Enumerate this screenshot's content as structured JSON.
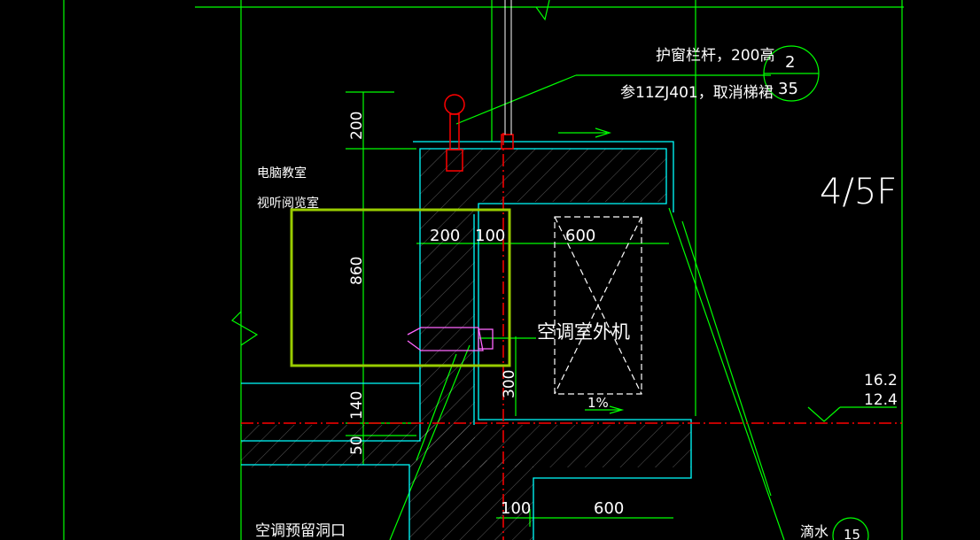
{
  "colors": {
    "background": "#000000",
    "green": "#00ff00",
    "cyan": "#00ffff",
    "red": "#ff0000",
    "yellow_green": "#99cc00",
    "magenta": "#ff66ff",
    "white": "#ffffff"
  },
  "labels": {
    "railing_note": "护窗栏杆，200高",
    "railing_ref": "参11ZJ401，取消梯裙",
    "ref_top": "2",
    "ref_bottom": "35",
    "floor": "4/5F",
    "room_1": "电脑教室",
    "room_2": "视听阅览室",
    "ac_unit": "空调室外机",
    "ac_opening": "空调预留洞口",
    "drip": "滴水",
    "drip_ref": "15",
    "slope": "1%",
    "elev_top": "16.2",
    "elev_bottom": "12.4"
  },
  "dimensions": {
    "d200_vertical": "200",
    "d860": "860",
    "d140": "140",
    "d50": "50",
    "d300": "300",
    "d200_wall": "200",
    "d100_wall": "100",
    "d600_top": "600",
    "d100_bottom": "100",
    "d600_bottom": "600"
  }
}
